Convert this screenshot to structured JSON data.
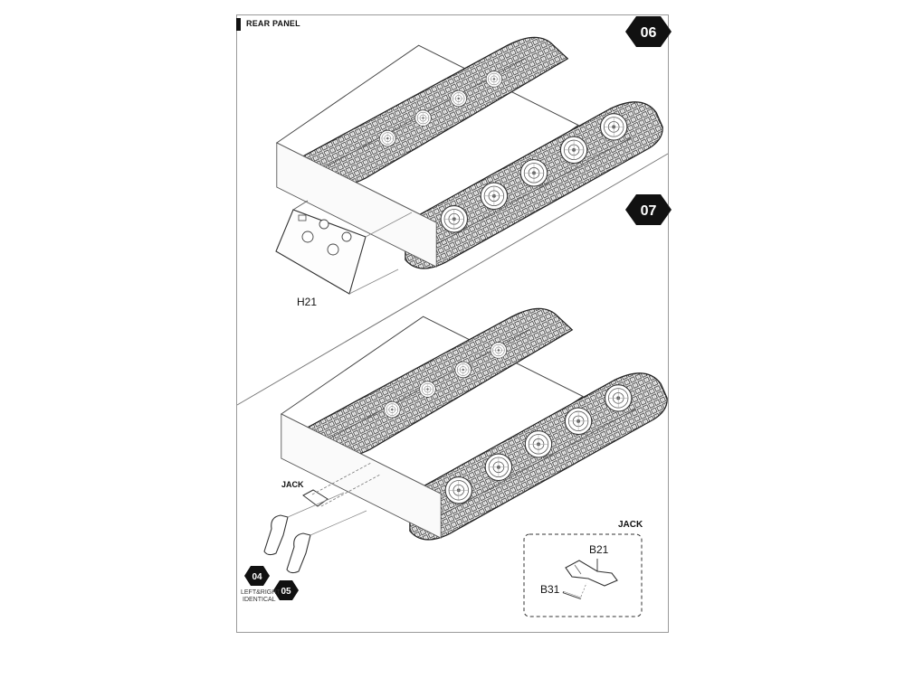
{
  "section": {
    "title": "REAR PANEL"
  },
  "steps": [
    {
      "number": "06"
    },
    {
      "number": "07"
    }
  ],
  "parts": {
    "h21": "H21",
    "jack": "JACK",
    "b21": "B21",
    "b31": "B31"
  },
  "subassembly": {
    "title": "JACK"
  },
  "refs": [
    {
      "number": "04"
    },
    {
      "number": "05"
    }
  ],
  "note": {
    "line1": "LEFT&RIGHT",
    "line2": "IDENTICAL"
  },
  "colors": {
    "ink": "#111111",
    "line": "#666666",
    "badge": "#111111"
  }
}
